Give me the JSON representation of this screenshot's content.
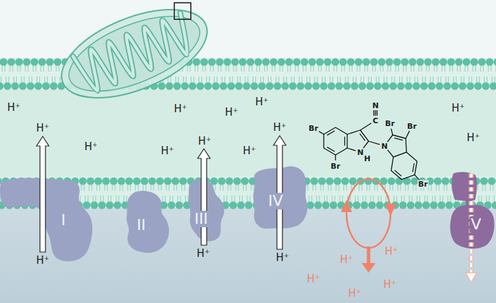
{
  "diagram": {
    "nodes": [
      {
        "text": [
          "I"
        ]
      },
      {
        "text": [
          "II"
        ]
      },
      {
        "text": [
          "III"
        ]
      },
      {
        "text": [
          "IV"
        ]
      },
      {
        "text": [
          "V"
        ]
      }
    ],
    "labels": [
      "H⁺",
      "H⁺",
      "H⁺",
      "H⁺",
      "H⁺",
      "H⁺",
      "H⁺",
      "H⁺",
      "H⁺",
      "H⁺",
      "H⁺",
      "H⁺",
      "H⁺",
      "H⁺",
      "H⁺",
      "H⁺",
      "H⁺",
      "H⁺",
      "H⁺",
      "H⁺",
      "Br",
      "Br",
      "C",
      "N",
      "N",
      "H",
      "N",
      "Br",
      "Br",
      "Br"
    ]
  }
}
